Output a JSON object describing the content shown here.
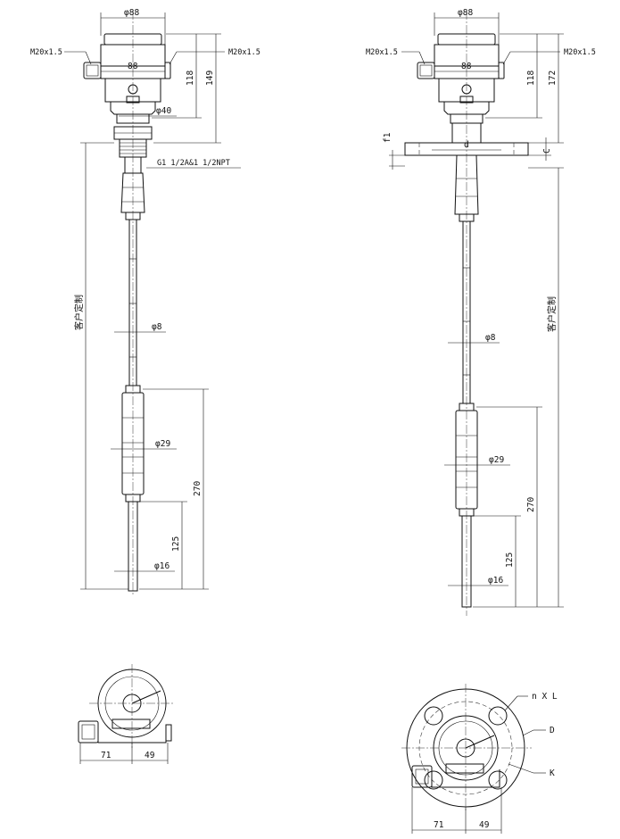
{
  "left_view": {
    "dia_head": "φ88",
    "cable_gland_left": "M20x1.5",
    "cable_gland_right": "M20x1.5",
    "body_width": "88",
    "height_118": "118",
    "height_149": "149",
    "neck_dia": "φ40",
    "thread": "G1 1/2A&1 1/2NPT",
    "custom_length": "客户定制",
    "rope_dia": "φ8",
    "weight_dia": "φ29",
    "weight_len": "270",
    "rod_len": "125",
    "rod_dia": "φ16"
  },
  "right_view": {
    "dia_head": "φ88",
    "cable_gland_left": "M20x1.5",
    "cable_gland_right": "M20x1.5",
    "body_width": "88",
    "height_118": "118",
    "height_172": "172",
    "flange_f1": "f1",
    "flange_c": "C",
    "flange_d": "d",
    "custom_length": "客户定制",
    "rope_dia": "φ8",
    "weight_dia": "φ29",
    "weight_len": "270",
    "rod_len": "125",
    "rod_dia": "φ16"
  },
  "top_left": {
    "dim_71": "71",
    "dim_49": "49"
  },
  "top_right": {
    "holes": "n X L",
    "outer_d": "D",
    "bolt_k": "K",
    "dim_71": "71",
    "dim_49": "49"
  }
}
